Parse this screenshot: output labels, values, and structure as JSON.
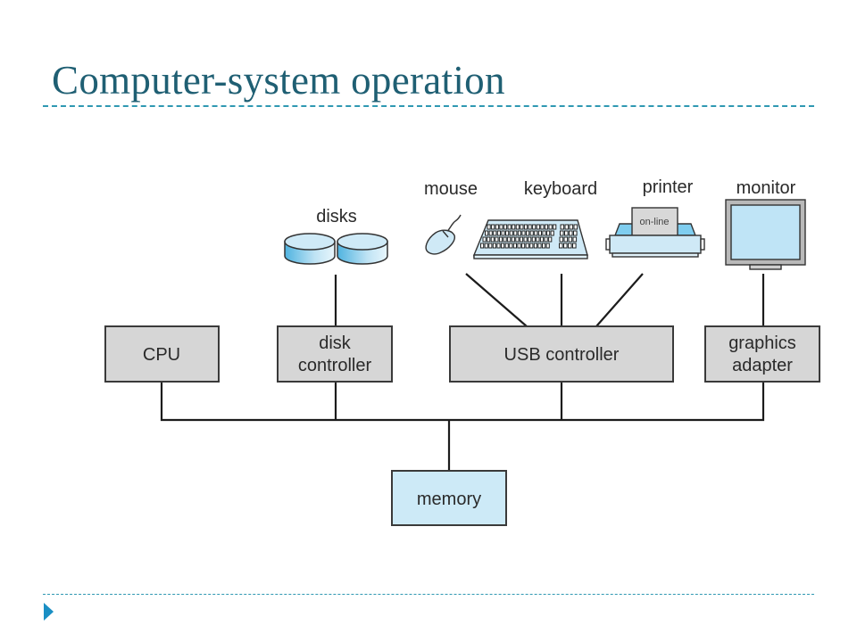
{
  "slide": {
    "title": "Computer-system operation",
    "accent_color": "#2f98b2",
    "title_color": "#1f5f73"
  },
  "devices": {
    "disks": "disks",
    "mouse": "mouse",
    "keyboard": "keyboard",
    "printer": "printer",
    "printer_panel": "on-line",
    "monitor": "monitor"
  },
  "components": {
    "cpu": "CPU",
    "disk_controller_line1": "disk",
    "disk_controller_line2": "controller",
    "usb_controller": "USB controller",
    "graphics_adapter_line1": "graphics",
    "graphics_adapter_line2": "adapter",
    "memory": "memory"
  }
}
